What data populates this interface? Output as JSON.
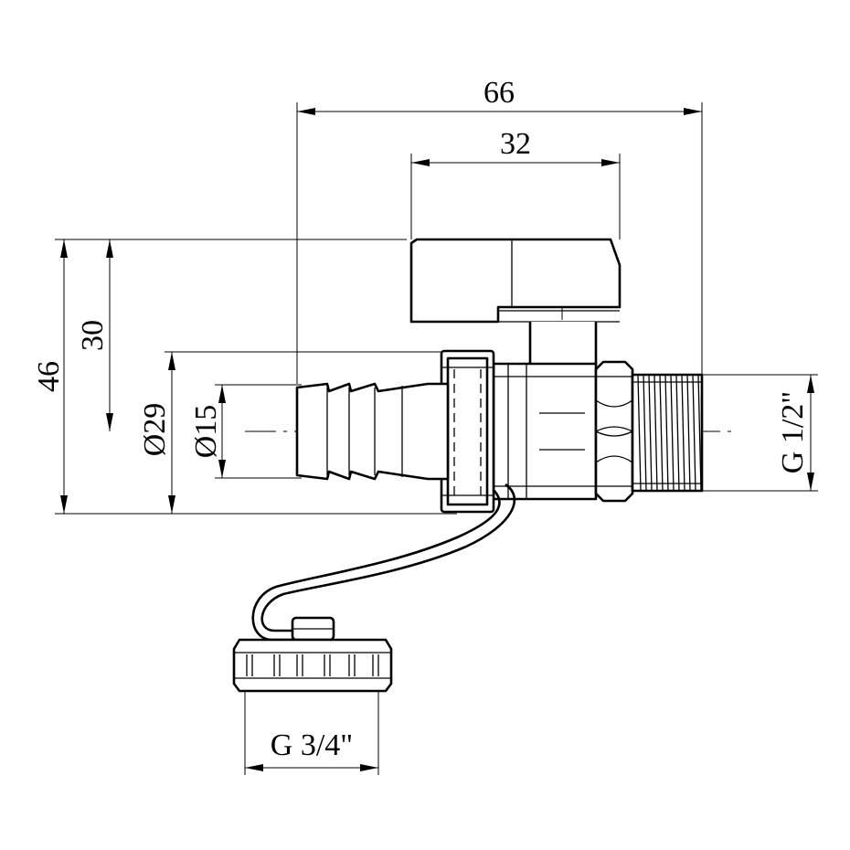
{
  "drawing": {
    "dimensions": {
      "overall_length": "66",
      "handle_length": "32",
      "overall_height": "46",
      "handle_height": "30",
      "outer_diameter": "Ø29",
      "hose_diameter": "Ø15",
      "outlet_thread": "G 1/2\"",
      "cap_thread": "G 3/4\""
    }
  }
}
